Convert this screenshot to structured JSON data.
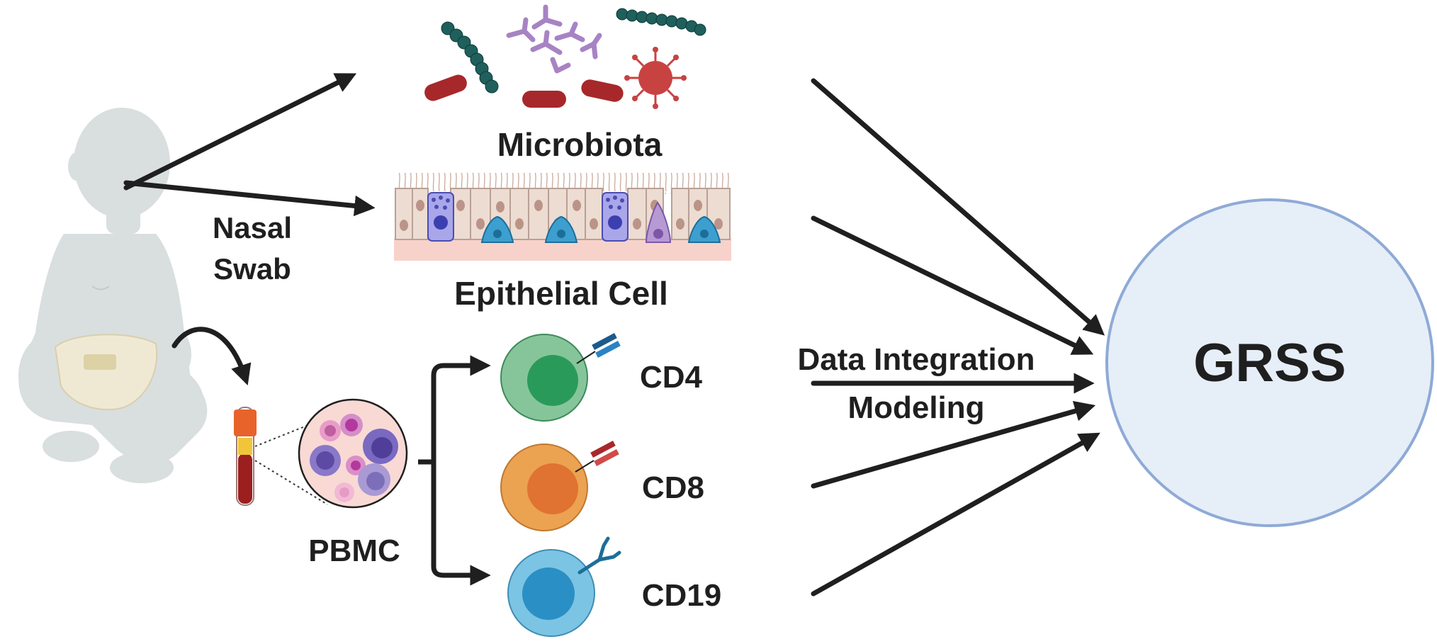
{
  "labels": {
    "microbiota": "Microbiota",
    "epithelial_cell": "Epithelial Cell",
    "nasal_swab_line1": "Nasal",
    "nasal_swab_line2": "Swab",
    "pbmc": "PBMC",
    "cd4": "CD4",
    "cd8": "CD8",
    "cd19": "CD19",
    "data_integration": "Data Integration",
    "modeling": "Modeling",
    "grss": "GRSS"
  },
  "colors": {
    "arrow": "#1f1f1f",
    "grss_fill": "#e6eef8",
    "grss_stroke": "#8eaad6",
    "baby": "#d9dedf",
    "cd4_outer": "#86c59a",
    "cd4_inner": "#2a9a5a",
    "cd8_outer": "#eba251",
    "cd8_inner": "#e07232",
    "cd19_outer": "#7cc4e3",
    "cd19_inner": "#2a8fc4",
    "pbmc_bg": "#f9d9d4",
    "blood": "#9c1f1f",
    "tube_cap": "#e8632a"
  }
}
